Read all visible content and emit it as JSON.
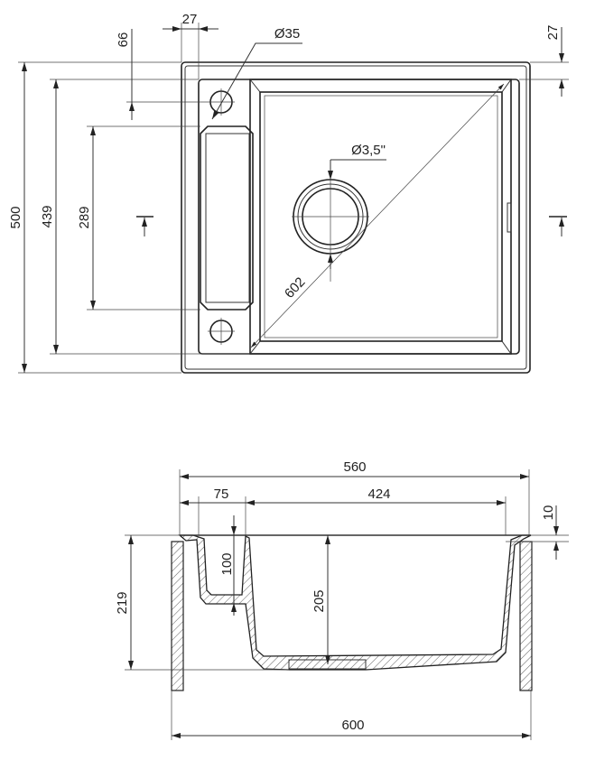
{
  "top_view": {
    "dim_width_27": "27",
    "dim_hole_diameter": "Ø35",
    "dim_top_27": "27",
    "dim_66": "66",
    "dim_500": "500",
    "dim_439": "439",
    "dim_289": "289",
    "dim_drain": "Ø3,5\"",
    "dim_diagonal": "602"
  },
  "side_view": {
    "dim_560": "560",
    "dim_75": "75",
    "dim_424": "424",
    "dim_10": "10",
    "dim_100": "100",
    "dim_219": "219",
    "dim_205": "205",
    "dim_600": "600"
  }
}
